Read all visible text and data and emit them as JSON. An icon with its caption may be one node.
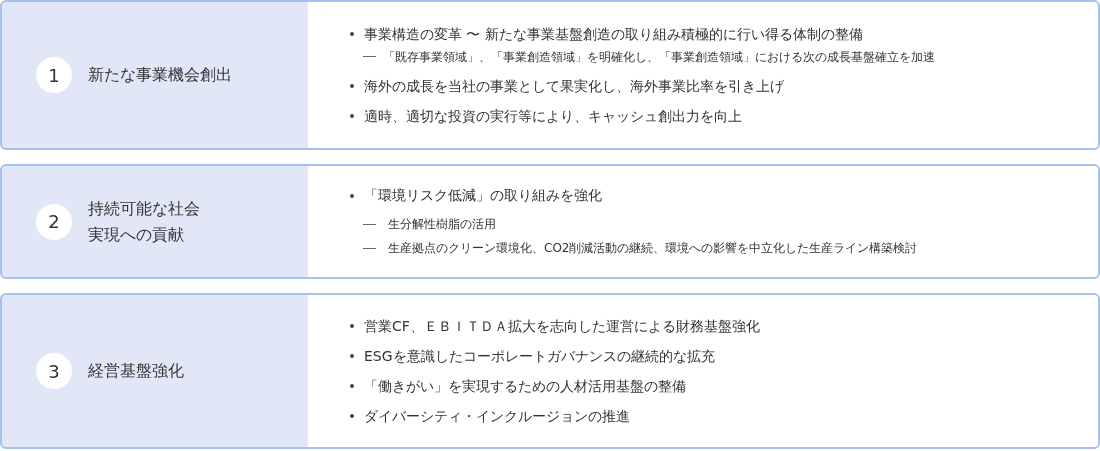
{
  "diagram": {
    "nodes": [
      {
        "text": [
          "1",
          "新たな事業機会創出"
        ]
      },
      {
        "text": [],
        "shape": "box",
        "in": 0
      },
      {
        "text": [
          "事業構造の変革 〜 新たな事業基盤創造の取り組み積極的に行い得る体制の整備"
        ],
        "beside": [
          "「既存事業領域」、「事業創造領域」を明確化し、「事業創造領域」における次の成長基盤確立を加速"
        ],
        "in": 1
      },
      {
        "text": [
          "海外の成長を当社の事業として果実化し、海外事業比率を引き上げ"
        ],
        "in": 1
      },
      {
        "text": [
          "適時、適切な投資の実行等により、キャッシュ創出力を向上"
        ],
        "in": 1
      },
      {
        "text": [
          "2",
          "持続可能な社会実現への貢献"
        ]
      },
      {
        "text": [],
        "shape": "box",
        "in": 5
      },
      {
        "text": [
          "「環境リスク低減」の取り組みを強化"
        ],
        "beside": [
          "生分解性樹脂の活用",
          "生産拠点のクリーン環境化、CO2削減活動の継続、環境への影響を中立化した生産ライン構築検討"
        ],
        "in": 6
      },
      {
        "text": [
          "3",
          "経営基盤強化"
        ]
      },
      {
        "text": [],
        "shape": "box",
        "in": 8
      },
      {
        "text": [
          "営業CF、ＥＢＩＴＤＡ拡大を志向した運営による財務基盤強化"
        ],
        "in": 9
      },
      {
        "text": [
          "ESGを意識したコーポレートガバナンスの継続的な拡充"
        ],
        "in": 9
      },
      {
        "text": [
          "「働きがい」を実現するための人材活用基盤の整備"
        ],
        "in": 9
      },
      {
        "text": [
          "ダイバーシティ・インクルージョンの推進"
        ],
        "in": 9
      }
    ]
  }
}
